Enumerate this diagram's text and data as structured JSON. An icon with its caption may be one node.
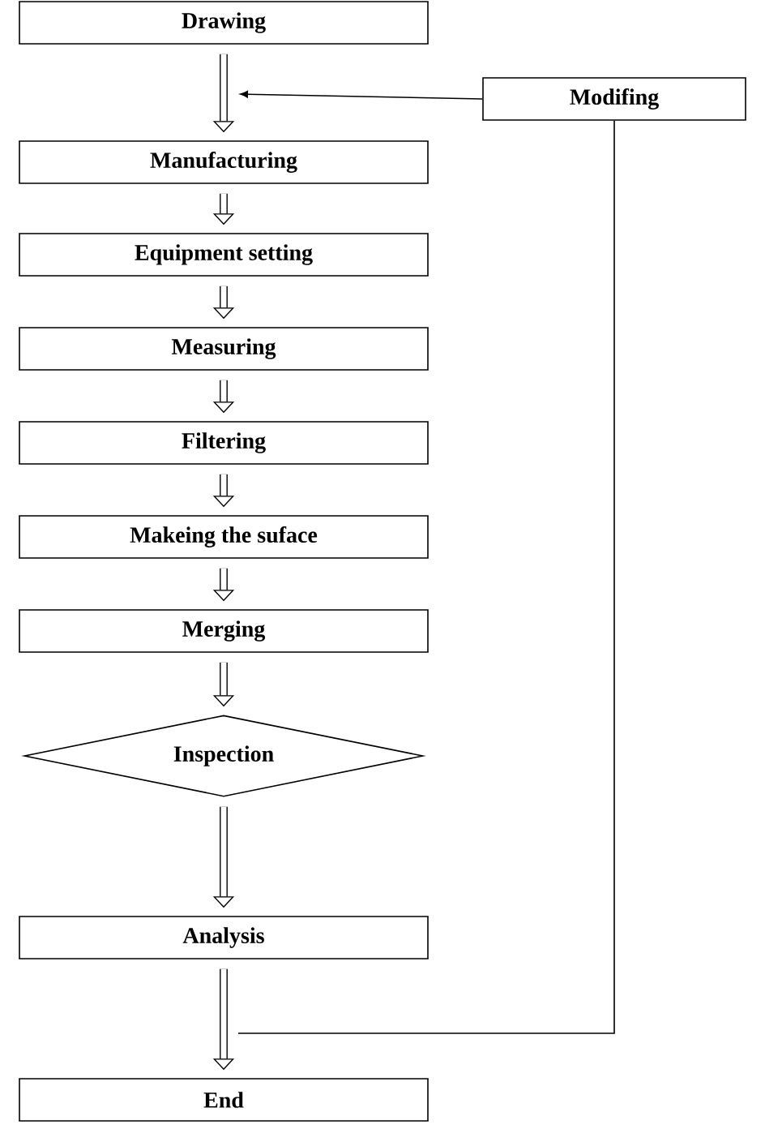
{
  "diagram": {
    "nodes": [
      {
        "text": [
          "Drawing"
        ]
      },
      {
        "text": [
          "Manufacturing"
        ]
      },
      {
        "text": [
          "Equipment setting"
        ]
      },
      {
        "text": [
          "Measuring"
        ]
      },
      {
        "text": [
          "Filtering"
        ]
      },
      {
        "text": [
          "Makeing the suface"
        ]
      },
      {
        "text": [
          "Merging"
        ]
      },
      {
        "text": [
          "Inspection"
        ]
      },
      {
        "text": [
          "Analysis"
        ]
      },
      {
        "text": [
          "End"
        ]
      },
      {
        "text": [
          "Modifing"
        ]
      }
    ],
    "edges": [
      {
        "from": 0,
        "to": 1,
        "arrow": "to"
      },
      {
        "from": 1,
        "to": 2,
        "arrow": "to"
      },
      {
        "from": 2,
        "to": 3,
        "arrow": "to"
      },
      {
        "from": 3,
        "to": 4,
        "arrow": "to"
      },
      {
        "from": 4,
        "to": 5,
        "arrow": "to"
      },
      {
        "from": 5,
        "to": 6,
        "arrow": "to"
      },
      {
        "from": 6,
        "to": 7,
        "arrow": "to"
      },
      {
        "from": 7,
        "to": 8,
        "arrow": "to"
      },
      {
        "from": 8,
        "to": 9,
        "arrow": "to"
      },
      {
        "from": 10,
        "to": null,
        "arrow": "to"
      },
      {
        "from": null,
        "to": 10,
        "arrow": "none"
      }
    ]
  }
}
